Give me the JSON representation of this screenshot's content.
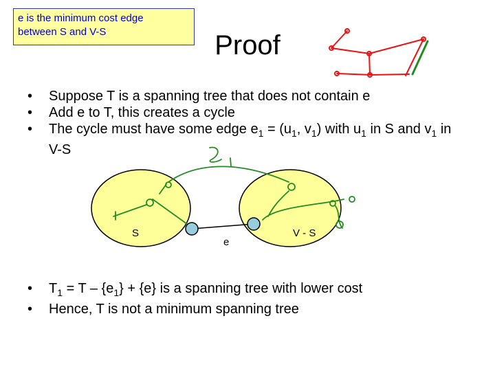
{
  "note": {
    "line1": "e is the minimum cost edge",
    "line2": "between S and V-S"
  },
  "title": "Proof",
  "bullets_top": [
    {
      "parts": [
        {
          "t": "Suppose T is a spanning tree that does not contain e"
        }
      ]
    },
    {
      "parts": [
        {
          "t": "Add e to T, this creates a cycle"
        }
      ]
    },
    {
      "parts": [
        {
          "t": "The cycle must have some edge e"
        },
        {
          "sub": "1"
        },
        {
          "t": " = (u"
        },
        {
          "sub": "1"
        },
        {
          "t": ", v"
        },
        {
          "sub": "1"
        },
        {
          "t": ") with u"
        },
        {
          "sub": "1"
        },
        {
          "t": " in S and v"
        },
        {
          "sub": "1"
        },
        {
          "t": " in V-S"
        }
      ]
    }
  ],
  "diagram": {
    "left_set_label": "S",
    "right_set_label": "V - S",
    "edge_label": "e",
    "fill_color": "#ffff99",
    "node_color": "#99ccdd",
    "annotation_color": "#228b22",
    "sketch_color": "#ee1111"
  },
  "bullets_bottom": [
    {
      "parts": [
        {
          "t": "T"
        },
        {
          "sub": "1"
        },
        {
          "t": " = T – {e"
        },
        {
          "sub": "1"
        },
        {
          "t": "} + {e} is a spanning tree with lower cost"
        }
      ]
    },
    {
      "parts": [
        {
          "t": "Hence, T is not a minimum spanning tree"
        }
      ]
    }
  ]
}
